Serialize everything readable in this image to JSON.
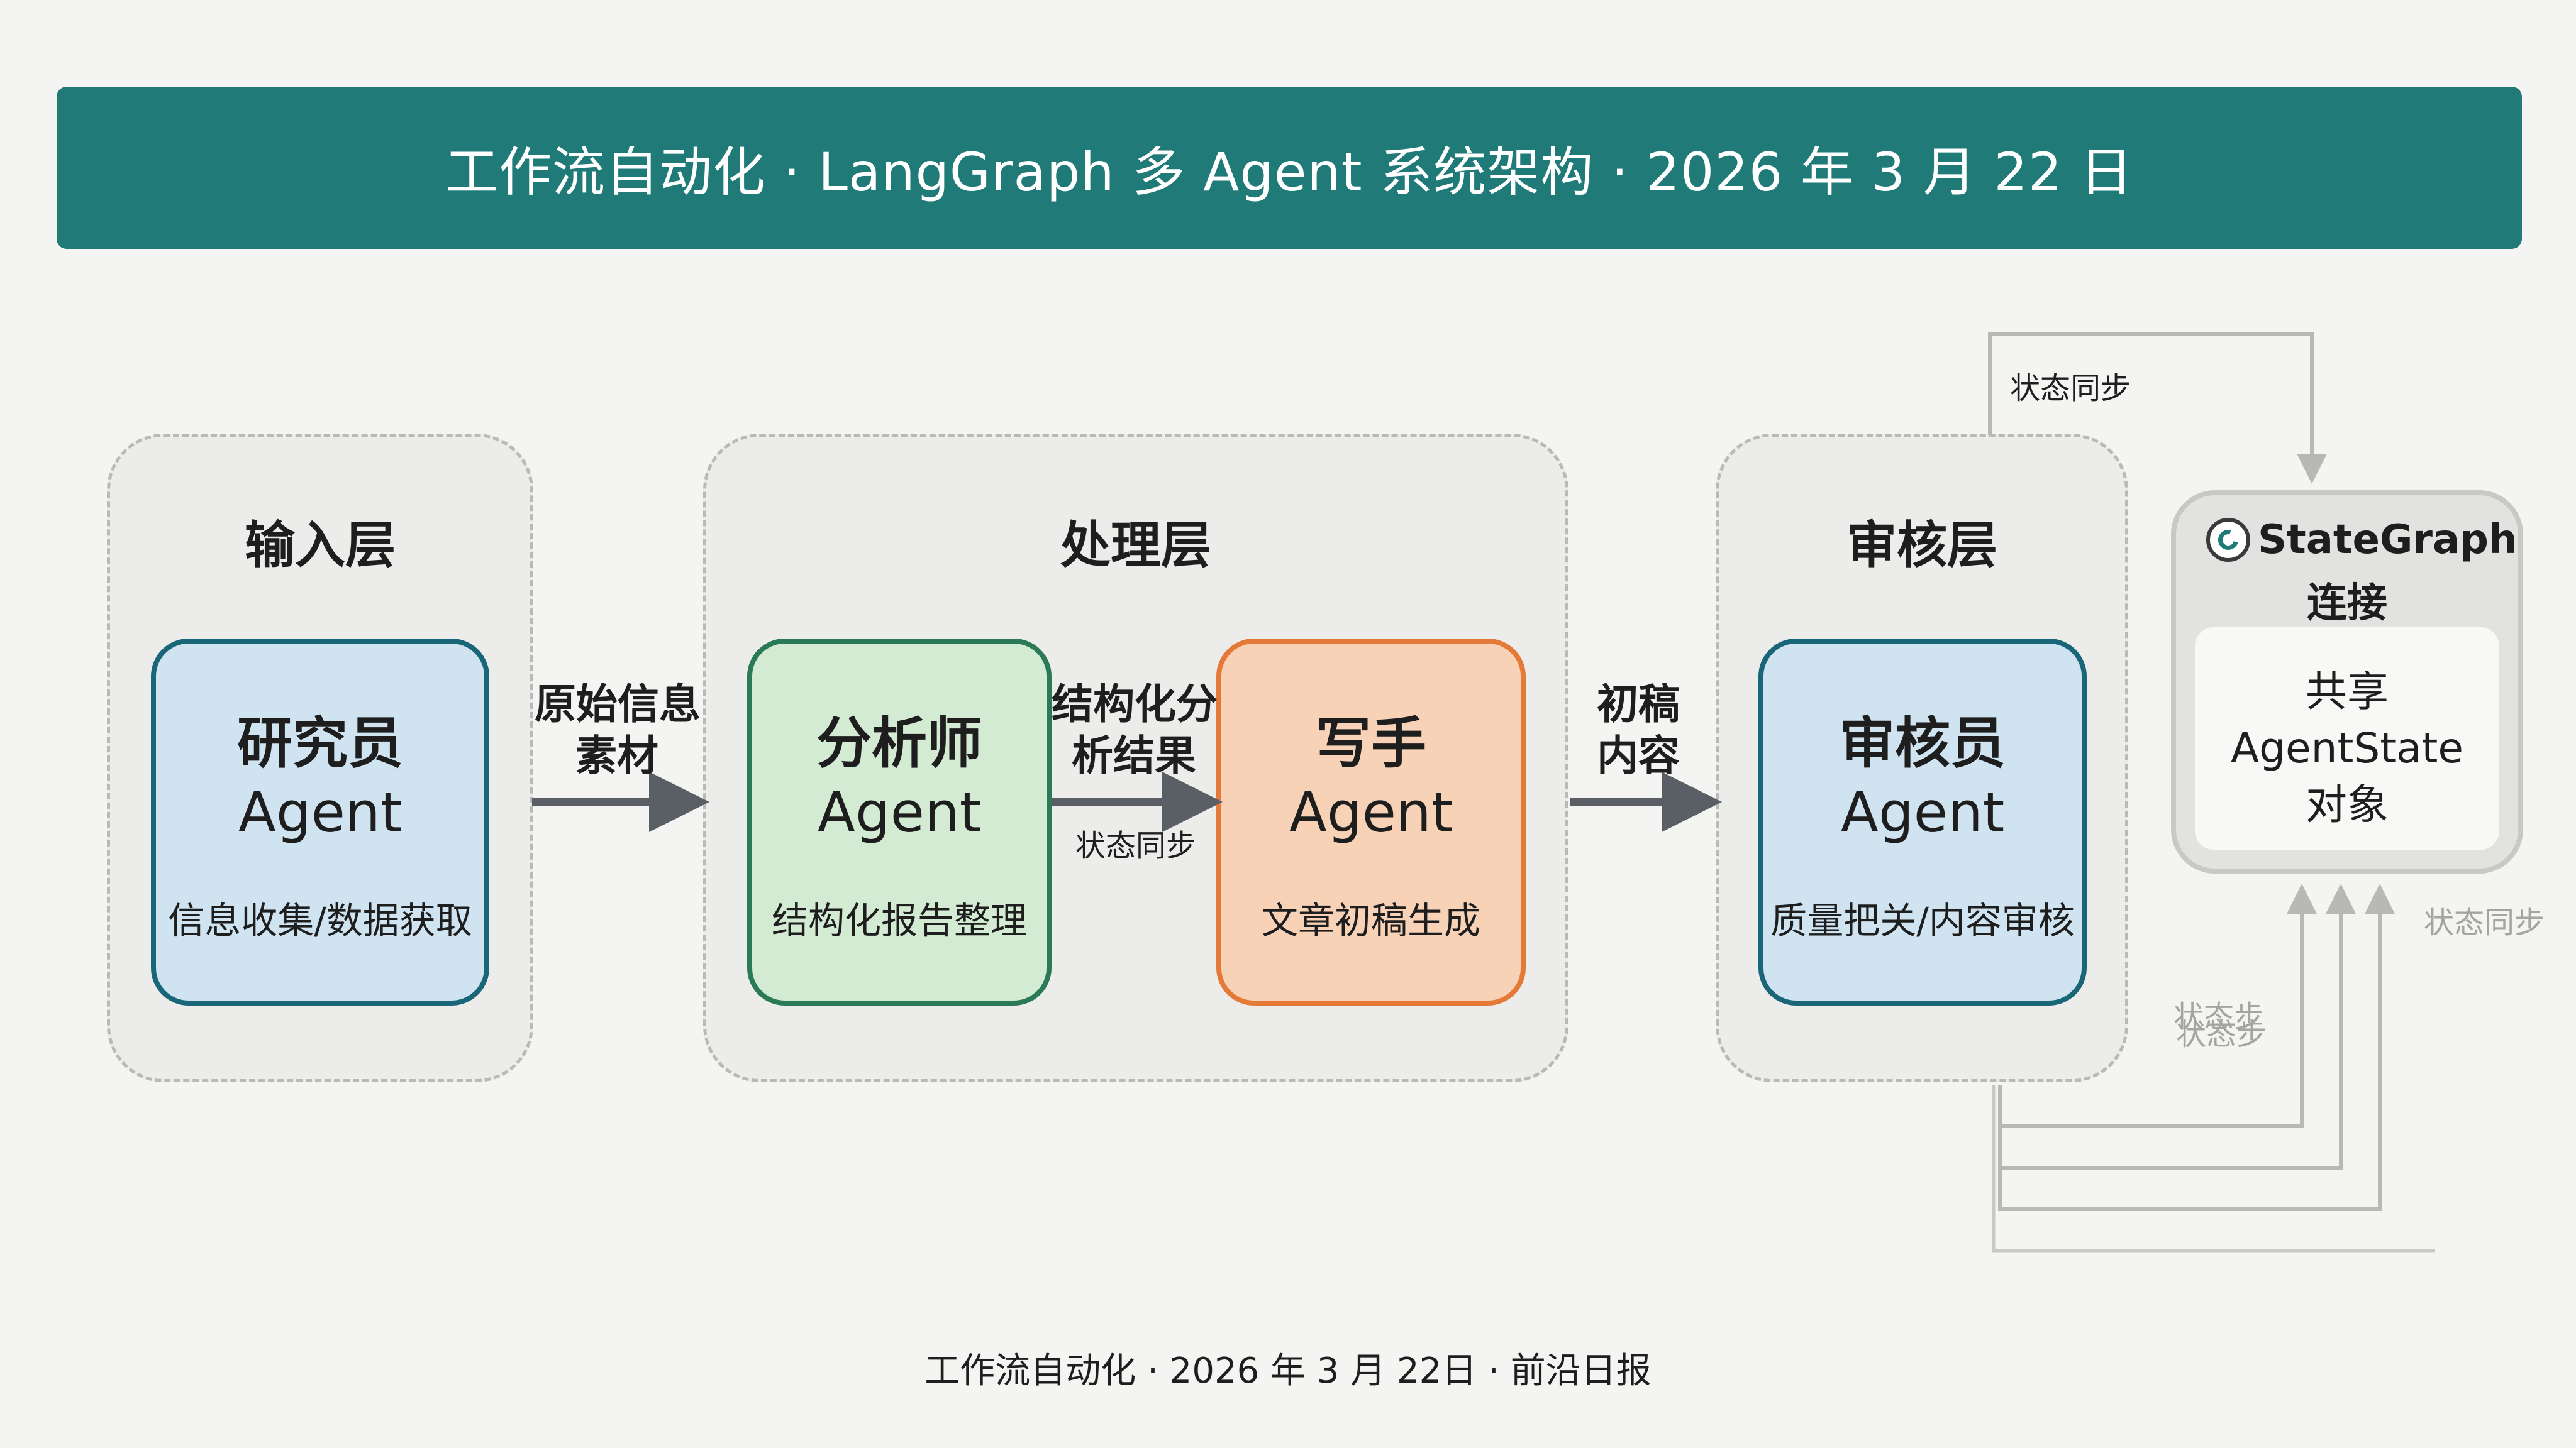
{
  "header": {
    "title": "工作流自动化 · LangGraph 多 Agent 系统架构 · 2026 年 3 月 22 日"
  },
  "layers": {
    "input": {
      "title": "输入层"
    },
    "processing": {
      "title": "处理层"
    },
    "review": {
      "title": "审核层"
    }
  },
  "agents": {
    "researcher": {
      "name": "研究员",
      "sub": "Agent",
      "desc": "信息收集/数据获取"
    },
    "analyst": {
      "name": "分析师",
      "sub": "Agent",
      "desc": "结构化报告整理"
    },
    "writer": {
      "name": "写手",
      "sub": "Agent",
      "desc": "文章初稿生成"
    },
    "reviewer": {
      "name": "审核员",
      "sub": "Agent",
      "desc": "质量把关/内容审核"
    }
  },
  "edges": {
    "raw_info": [
      "原始信息",
      "素材"
    ],
    "structured": [
      "结构化分",
      "析结果"
    ],
    "state_sync_small": "状态同步",
    "draft": [
      "初稿",
      "内容"
    ],
    "state_sync_top": "状态同步",
    "state_sync_faint": "状态同步",
    "state_sync_overlap_1": "状态步",
    "state_sync_overlap_2": "状态步"
  },
  "stategraph": {
    "title": "StateGraph",
    "subtitle": "连接",
    "body": [
      "共享",
      "AgentState",
      "对象"
    ]
  },
  "footer": {
    "text": "工作流自动化 · 2026 年 3 月 22日 · 前沿日报"
  },
  "colors": {
    "header": "#1f7a78",
    "agent_blue": "#cfe3f1",
    "agent_green": "#d3ead3",
    "agent_orange": "#f7d2b7"
  }
}
